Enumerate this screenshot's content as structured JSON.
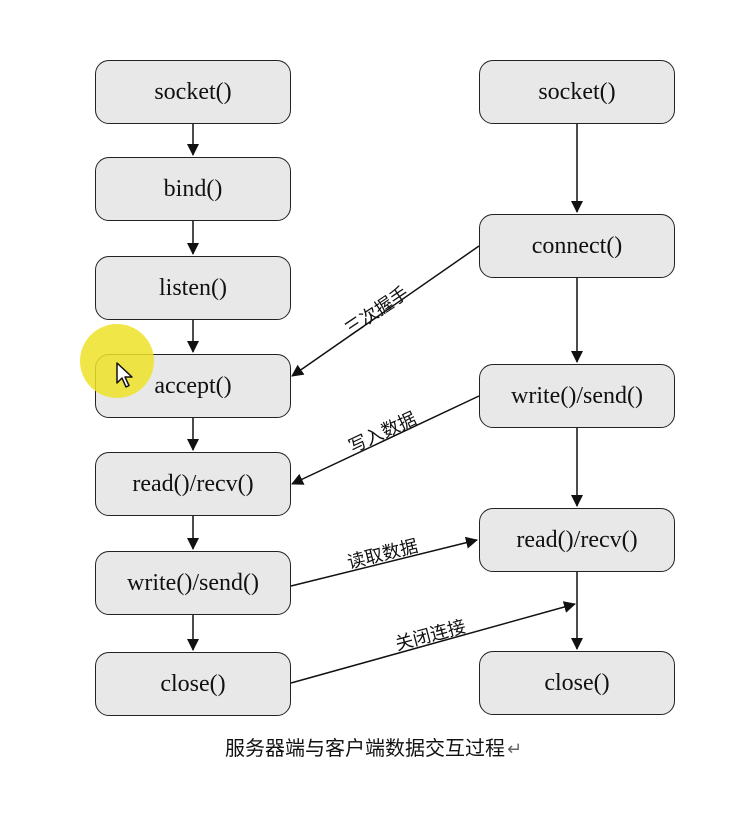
{
  "server": {
    "steps": [
      "socket()",
      "bind()",
      "listen()",
      "accept()",
      "read()/recv()",
      "write()/send()",
      "close()"
    ]
  },
  "client": {
    "steps": [
      "socket()",
      "connect()",
      "write()/send()",
      "read()/recv()",
      "close()"
    ]
  },
  "links": {
    "handshake": "三次握手",
    "write_data": "写入数据",
    "read_data": "读取数据",
    "close_connection": "关闭连接"
  },
  "caption": "服务器端与客户端数据交互过程",
  "caption_mark": "↵",
  "colors": {
    "node_fill": "#e8e8e8",
    "stroke": "#222222",
    "pointer_highlight": "#eee228"
  },
  "icons": [
    "cursor-icon"
  ]
}
